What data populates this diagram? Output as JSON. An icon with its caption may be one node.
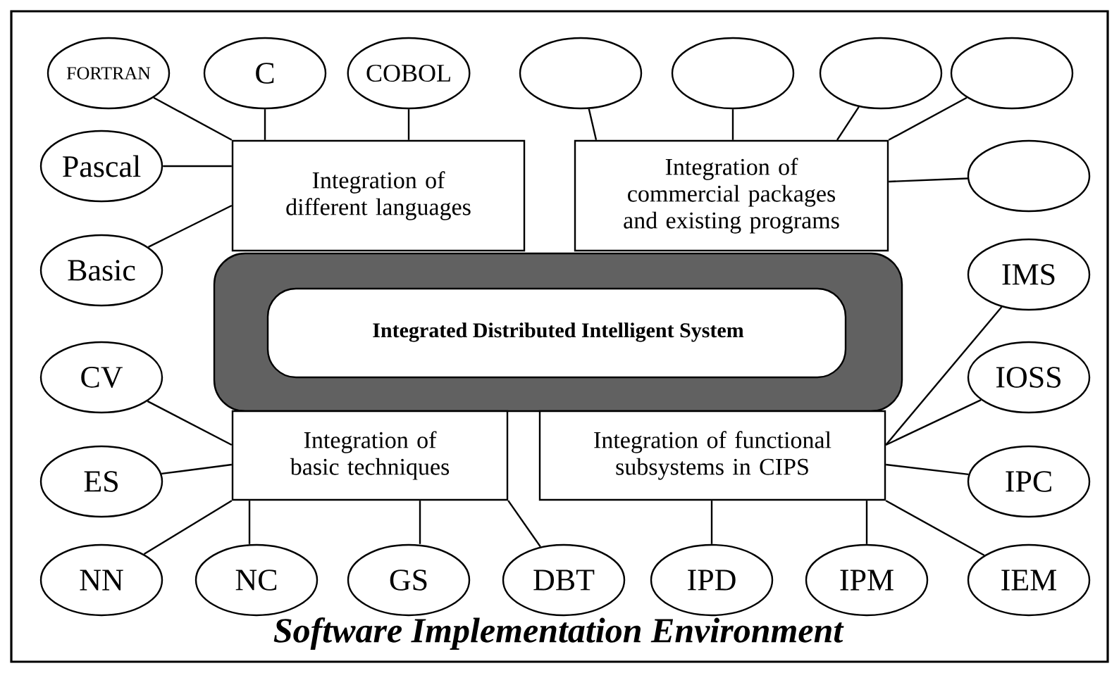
{
  "diagram": {
    "title": "Software Implementation Environment",
    "nodes": [
      {
        "text": [
          "Integrated Distributed Intelligent System"
        ]
      },
      {
        "text": [
          "Integration of different languages"
        ]
      },
      {
        "text": [
          "Integration of commercial packages and existing programs"
        ]
      },
      {
        "text": [
          "Integration of basic techniques"
        ]
      },
      {
        "text": [
          "Integration of functional subsystems in CIPS"
        ]
      },
      {
        "text": [
          "FORTRAN"
        ]
      },
      {
        "text": [
          "C"
        ]
      },
      {
        "text": [
          "COBOL"
        ]
      },
      {
        "text": [],
        "shape": "ellipse"
      },
      {
        "text": [],
        "shape": "ellipse"
      },
      {
        "text": [],
        "shape": "ellipse"
      },
      {
        "text": [],
        "shape": "ellipse"
      },
      {
        "text": [
          "Pascal"
        ]
      },
      {
        "text": [],
        "shape": "ellipse"
      },
      {
        "text": [
          "Basic"
        ]
      },
      {
        "text": [
          "IMS"
        ]
      },
      {
        "text": [
          "CV"
        ]
      },
      {
        "text": [
          "IOSS"
        ]
      },
      {
        "text": [
          "ES"
        ]
      },
      {
        "text": [
          "IPC"
        ]
      },
      {
        "text": [
          "NN"
        ]
      },
      {
        "text": [
          "NC"
        ]
      },
      {
        "text": [
          "GS"
        ]
      },
      {
        "text": [
          "DBT"
        ]
      },
      {
        "text": [
          "IPD"
        ]
      },
      {
        "text": [
          "IPM"
        ]
      },
      {
        "text": [
          "IEM"
        ]
      }
    ],
    "edges": [
      {
        "from": 5,
        "to": 1,
        "arrow": "none"
      },
      {
        "from": 6,
        "to": 1,
        "arrow": "none"
      },
      {
        "from": 7,
        "to": 1,
        "arrow": "none"
      },
      {
        "from": 12,
        "to": 1,
        "arrow": "none"
      },
      {
        "from": 14,
        "to": 1,
        "arrow": "none"
      },
      {
        "from": 8,
        "to": 2,
        "arrow": "none"
      },
      {
        "from": 9,
        "to": 2,
        "arrow": "none"
      },
      {
        "from": 10,
        "to": 2,
        "arrow": "none"
      },
      {
        "from": 11,
        "to": 2,
        "arrow": "none"
      },
      {
        "from": 13,
        "to": 2,
        "arrow": "none"
      },
      {
        "from": 16,
        "to": 3,
        "arrow": "none"
      },
      {
        "from": 18,
        "to": 3,
        "arrow": "none"
      },
      {
        "from": 20,
        "to": 3,
        "arrow": "none"
      },
      {
        "from": 21,
        "to": 3,
        "arrow": "none"
      },
      {
        "from": 22,
        "to": 3,
        "arrow": "none"
      },
      {
        "from": 23,
        "to": 3,
        "arrow": "none"
      },
      {
        "from": 15,
        "to": 4,
        "arrow": "none"
      },
      {
        "from": 17,
        "to": 4,
        "arrow": "none"
      },
      {
        "from": 19,
        "to": 4,
        "arrow": "none"
      },
      {
        "from": 24,
        "to": 4,
        "arrow": "none"
      },
      {
        "from": 25,
        "to": 4,
        "arrow": "none"
      },
      {
        "from": 26,
        "to": 4,
        "arrow": "none"
      }
    ]
  }
}
